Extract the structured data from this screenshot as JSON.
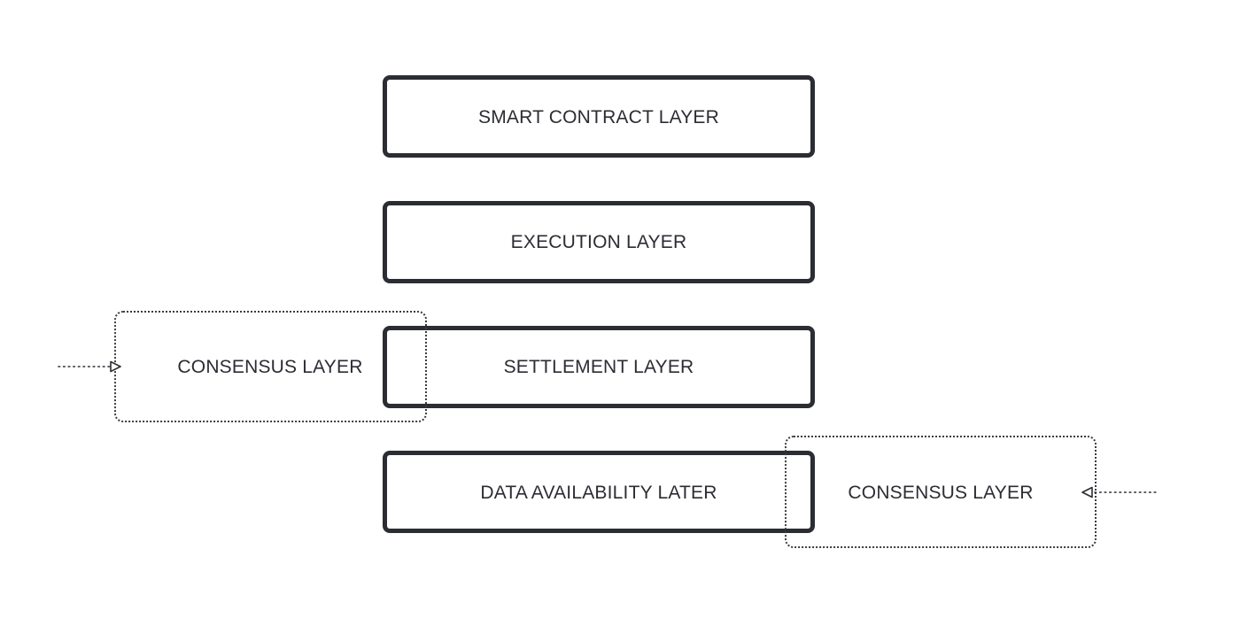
{
  "layers": {
    "smart_contract": "SMART CONTRACT LAYER",
    "execution": "EXECUTION LAYER",
    "settlement": "SETTLEMENT LAYER",
    "data_availability": "DATA AVAILABILITY LATER"
  },
  "consensus": {
    "left_label": "CONSENSUS LAYER",
    "right_label": "CONSENSUS LAYER"
  },
  "colors": {
    "stroke": "#2b2d33",
    "background": "#ffffff"
  }
}
